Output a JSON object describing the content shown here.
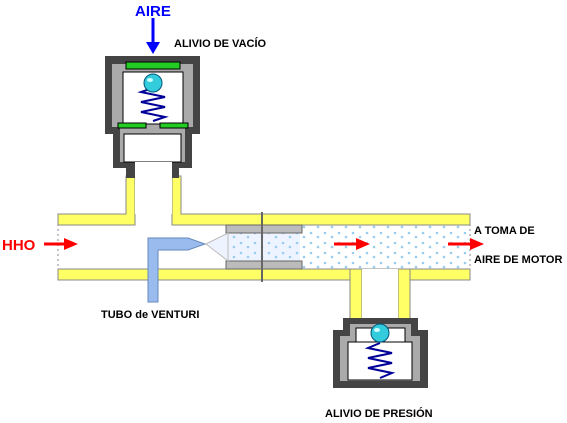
{
  "labels": {
    "air_in": "AIRE",
    "vacuum_relief": "ALIVIO DE VACÍO",
    "hho_in": "HHO",
    "venturi_tube": "TUBO de VENTURI",
    "outlet_line1": "A TOMA DE",
    "outlet_line2": "AIRE DE MOTOR",
    "pressure_relief": "ALIVIO DE PRESIÓN"
  },
  "colors": {
    "air_label": "#0000ff",
    "hho_label": "#ff0000",
    "pipe_wall": "#ffff66",
    "valve_body": "#444444",
    "seat_green": "#22cc22",
    "spring_blue": "#000099",
    "ball_cyan": "#33ccdd",
    "venturi_tube": "#99bbee",
    "flow_arrow": "#ff0000",
    "bubbles": "#99ccee"
  },
  "icons": [
    "air-inlet-arrow-icon",
    "hho-inlet-arrow-icon",
    "flow-arrow-icon",
    "outlet-arrow-icon",
    "spring-icon",
    "check-ball-icon"
  ]
}
